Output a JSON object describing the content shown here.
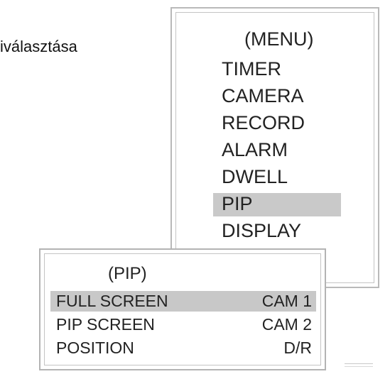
{
  "side_text": "iválasztása",
  "menu": {
    "title": "(MENU)",
    "items": [
      {
        "label": "TIMER",
        "selected": false
      },
      {
        "label": "CAMERA",
        "selected": false
      },
      {
        "label": "RECORD",
        "selected": false
      },
      {
        "label": "ALARM",
        "selected": false
      },
      {
        "label": "DWELL",
        "selected": false
      },
      {
        "label": "PIP",
        "selected": true
      },
      {
        "label": "DISPLAY",
        "selected": false
      }
    ]
  },
  "pip": {
    "title": "(PIP)",
    "rows": [
      {
        "label": "FULL SCREEN",
        "value": "CAM 1",
        "selected": true
      },
      {
        "label": "PIP SCREEN",
        "value": "CAM 2",
        "selected": false
      },
      {
        "label": "POSITION",
        "value": "D/R",
        "selected": false
      }
    ]
  },
  "colors": {
    "highlight": "#c9c9c9",
    "border": "#b9b9b9",
    "text": "#1c1c1c"
  }
}
